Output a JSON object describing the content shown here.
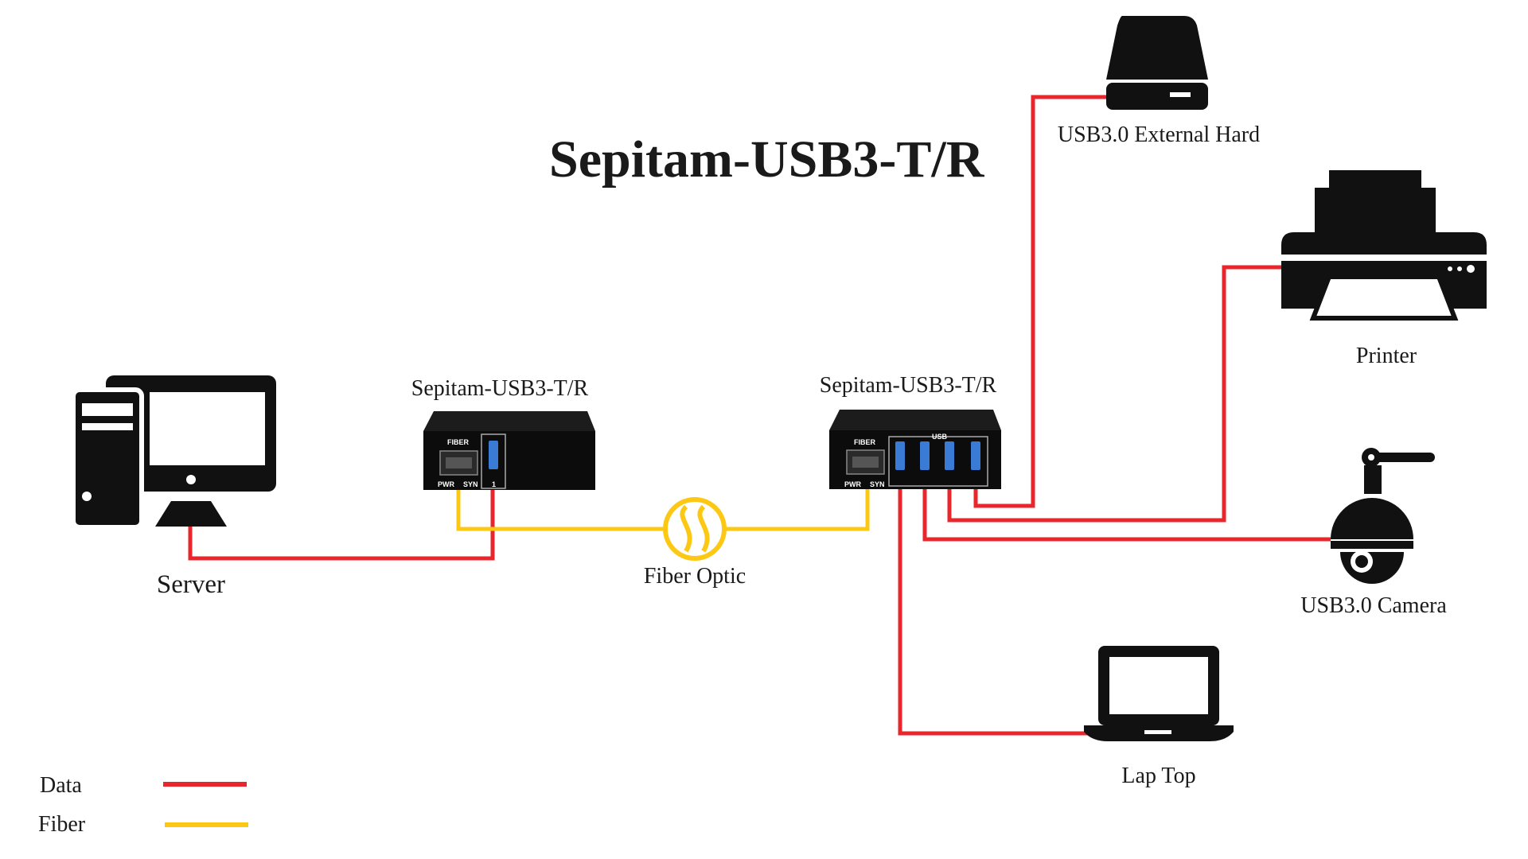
{
  "title": "Sepitam-USB3-T/R",
  "nodes": {
    "server": "Server",
    "transmitter": "Sepitam-USB3-T/R",
    "receiver": "Sepitam-USB3-T/R",
    "fiber_optic": "Fiber Optic",
    "hard_drive": "USB3.0 External Hard",
    "printer": "Printer",
    "camera": "USB3.0 Camera",
    "laptop": "Lap Top"
  },
  "device_panel": {
    "fiber": "FIBER",
    "pwr": "PWR",
    "syn": "SYN",
    "port_number": "1",
    "usb": "USB"
  },
  "legend": {
    "items": [
      {
        "label": "Data",
        "color": "#e8262b"
      },
      {
        "label": "Fiber",
        "color": "#fdc814"
      }
    ]
  },
  "colors": {
    "data_line": "#e8262b",
    "fiber_line": "#fdc814",
    "icon": "#111111",
    "port_blue": "#3a7bd5"
  }
}
